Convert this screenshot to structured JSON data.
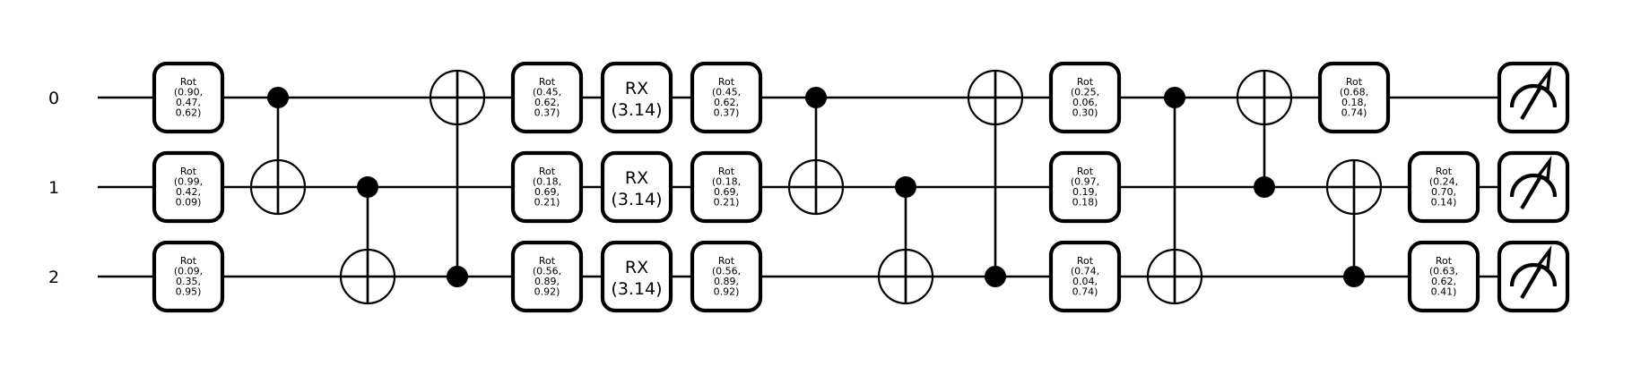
{
  "diagram": {
    "type": "quantum-circuit",
    "wires": [
      "0",
      "1",
      "2"
    ],
    "operations": [
      {
        "col": 0,
        "type": "Rot",
        "wire": 0,
        "label": "Rot",
        "params": [
          "0.90",
          "0.47",
          "0.62"
        ]
      },
      {
        "col": 0,
        "type": "Rot",
        "wire": 1,
        "label": "Rot",
        "params": [
          "0.99",
          "0.42",
          "0.09"
        ]
      },
      {
        "col": 0,
        "type": "Rot",
        "wire": 2,
        "label": "Rot",
        "params": [
          "0.09",
          "0.35",
          "0.95"
        ]
      },
      {
        "col": 1,
        "type": "CNOT",
        "control": 0,
        "target": 1
      },
      {
        "col": 2,
        "type": "CNOT",
        "control": 1,
        "target": 2
      },
      {
        "col": 3,
        "type": "CNOT",
        "control": 2,
        "target": 0
      },
      {
        "col": 4,
        "type": "Rot",
        "wire": 0,
        "label": "Rot",
        "params": [
          "0.45",
          "0.62",
          "0.37"
        ]
      },
      {
        "col": 4,
        "type": "Rot",
        "wire": 1,
        "label": "Rot",
        "params": [
          "0.18",
          "0.69",
          "0.21"
        ]
      },
      {
        "col": 4,
        "type": "Rot",
        "wire": 2,
        "label": "Rot",
        "params": [
          "0.56",
          "0.89",
          "0.92"
        ]
      },
      {
        "col": 5,
        "type": "RX",
        "wire": 0,
        "label": "RX",
        "params": [
          "3.14"
        ]
      },
      {
        "col": 5,
        "type": "RX",
        "wire": 1,
        "label": "RX",
        "params": [
          "3.14"
        ]
      },
      {
        "col": 5,
        "type": "RX",
        "wire": 2,
        "label": "RX",
        "params": [
          "3.14"
        ]
      },
      {
        "col": 6,
        "type": "Rot",
        "wire": 0,
        "label": "Rot",
        "params": [
          "0.45",
          "0.62",
          "0.37"
        ]
      },
      {
        "col": 6,
        "type": "Rot",
        "wire": 1,
        "label": "Rot",
        "params": [
          "0.18",
          "0.69",
          "0.21"
        ]
      },
      {
        "col": 6,
        "type": "Rot",
        "wire": 2,
        "label": "Rot",
        "params": [
          "0.56",
          "0.89",
          "0.92"
        ]
      },
      {
        "col": 7,
        "type": "CNOT",
        "control": 0,
        "target": 1
      },
      {
        "col": 8,
        "type": "CNOT",
        "control": 1,
        "target": 2
      },
      {
        "col": 9,
        "type": "CNOT",
        "control": 2,
        "target": 0
      },
      {
        "col": 10,
        "type": "Rot",
        "wire": 0,
        "label": "Rot",
        "params": [
          "0.25",
          "0.06",
          "0.30"
        ]
      },
      {
        "col": 10,
        "type": "Rot",
        "wire": 1,
        "label": "Rot",
        "params": [
          "0.97",
          "0.19",
          "0.18"
        ]
      },
      {
        "col": 10,
        "type": "Rot",
        "wire": 2,
        "label": "Rot",
        "params": [
          "0.74",
          "0.04",
          "0.74"
        ]
      },
      {
        "col": 11,
        "type": "CNOT",
        "control": 0,
        "target": 2
      },
      {
        "col": 12,
        "type": "CNOT",
        "control": 1,
        "target": 0
      },
      {
        "col": 13,
        "type": "CNOT",
        "control": 2,
        "target": 1
      },
      {
        "col": 13,
        "type": "Rot",
        "wire": 0,
        "label": "Rot",
        "params": [
          "0.68",
          "0.18",
          "0.74"
        ]
      },
      {
        "col": 14,
        "type": "Rot",
        "wire": 1,
        "label": "Rot",
        "params": [
          "0.24",
          "0.70",
          "0.14"
        ]
      },
      {
        "col": 14,
        "type": "Rot",
        "wire": 2,
        "label": "Rot",
        "params": [
          "0.63",
          "0.62",
          "0.41"
        ]
      },
      {
        "col": 15,
        "type": "Measure",
        "wire": 0
      },
      {
        "col": 15,
        "type": "Measure",
        "wire": 1
      },
      {
        "col": 15,
        "type": "Measure",
        "wire": 2
      }
    ]
  }
}
